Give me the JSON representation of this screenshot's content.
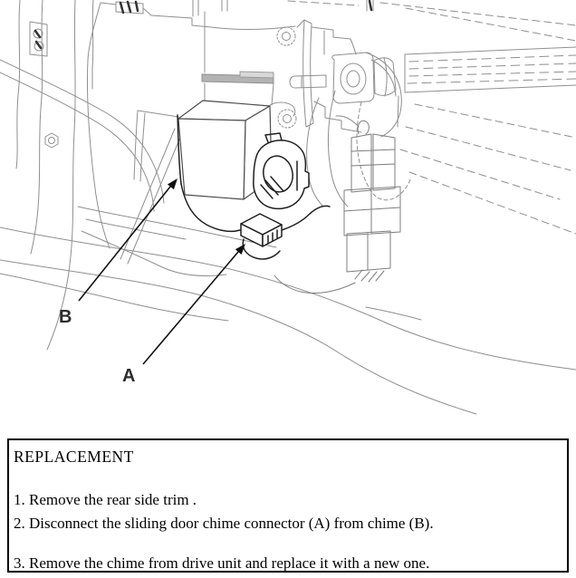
{
  "diagram": {
    "labels": {
      "chime": "B",
      "connector": "A"
    }
  },
  "panel": {
    "title": "REPLACEMENT",
    "steps": [
      "1. Remove the rear side trim .",
      "2. Disconnect the sliding door chime connector (A) from chime (B).",
      "3. Remove the chime from drive unit and replace it with a new one."
    ]
  },
  "colors": {
    "background": "#ffffff",
    "line_gray": "#8f8f8f",
    "line_dark": "#1f1f1f",
    "arrow": "#111111",
    "panel_border": "#000000",
    "text": "#000000"
  }
}
